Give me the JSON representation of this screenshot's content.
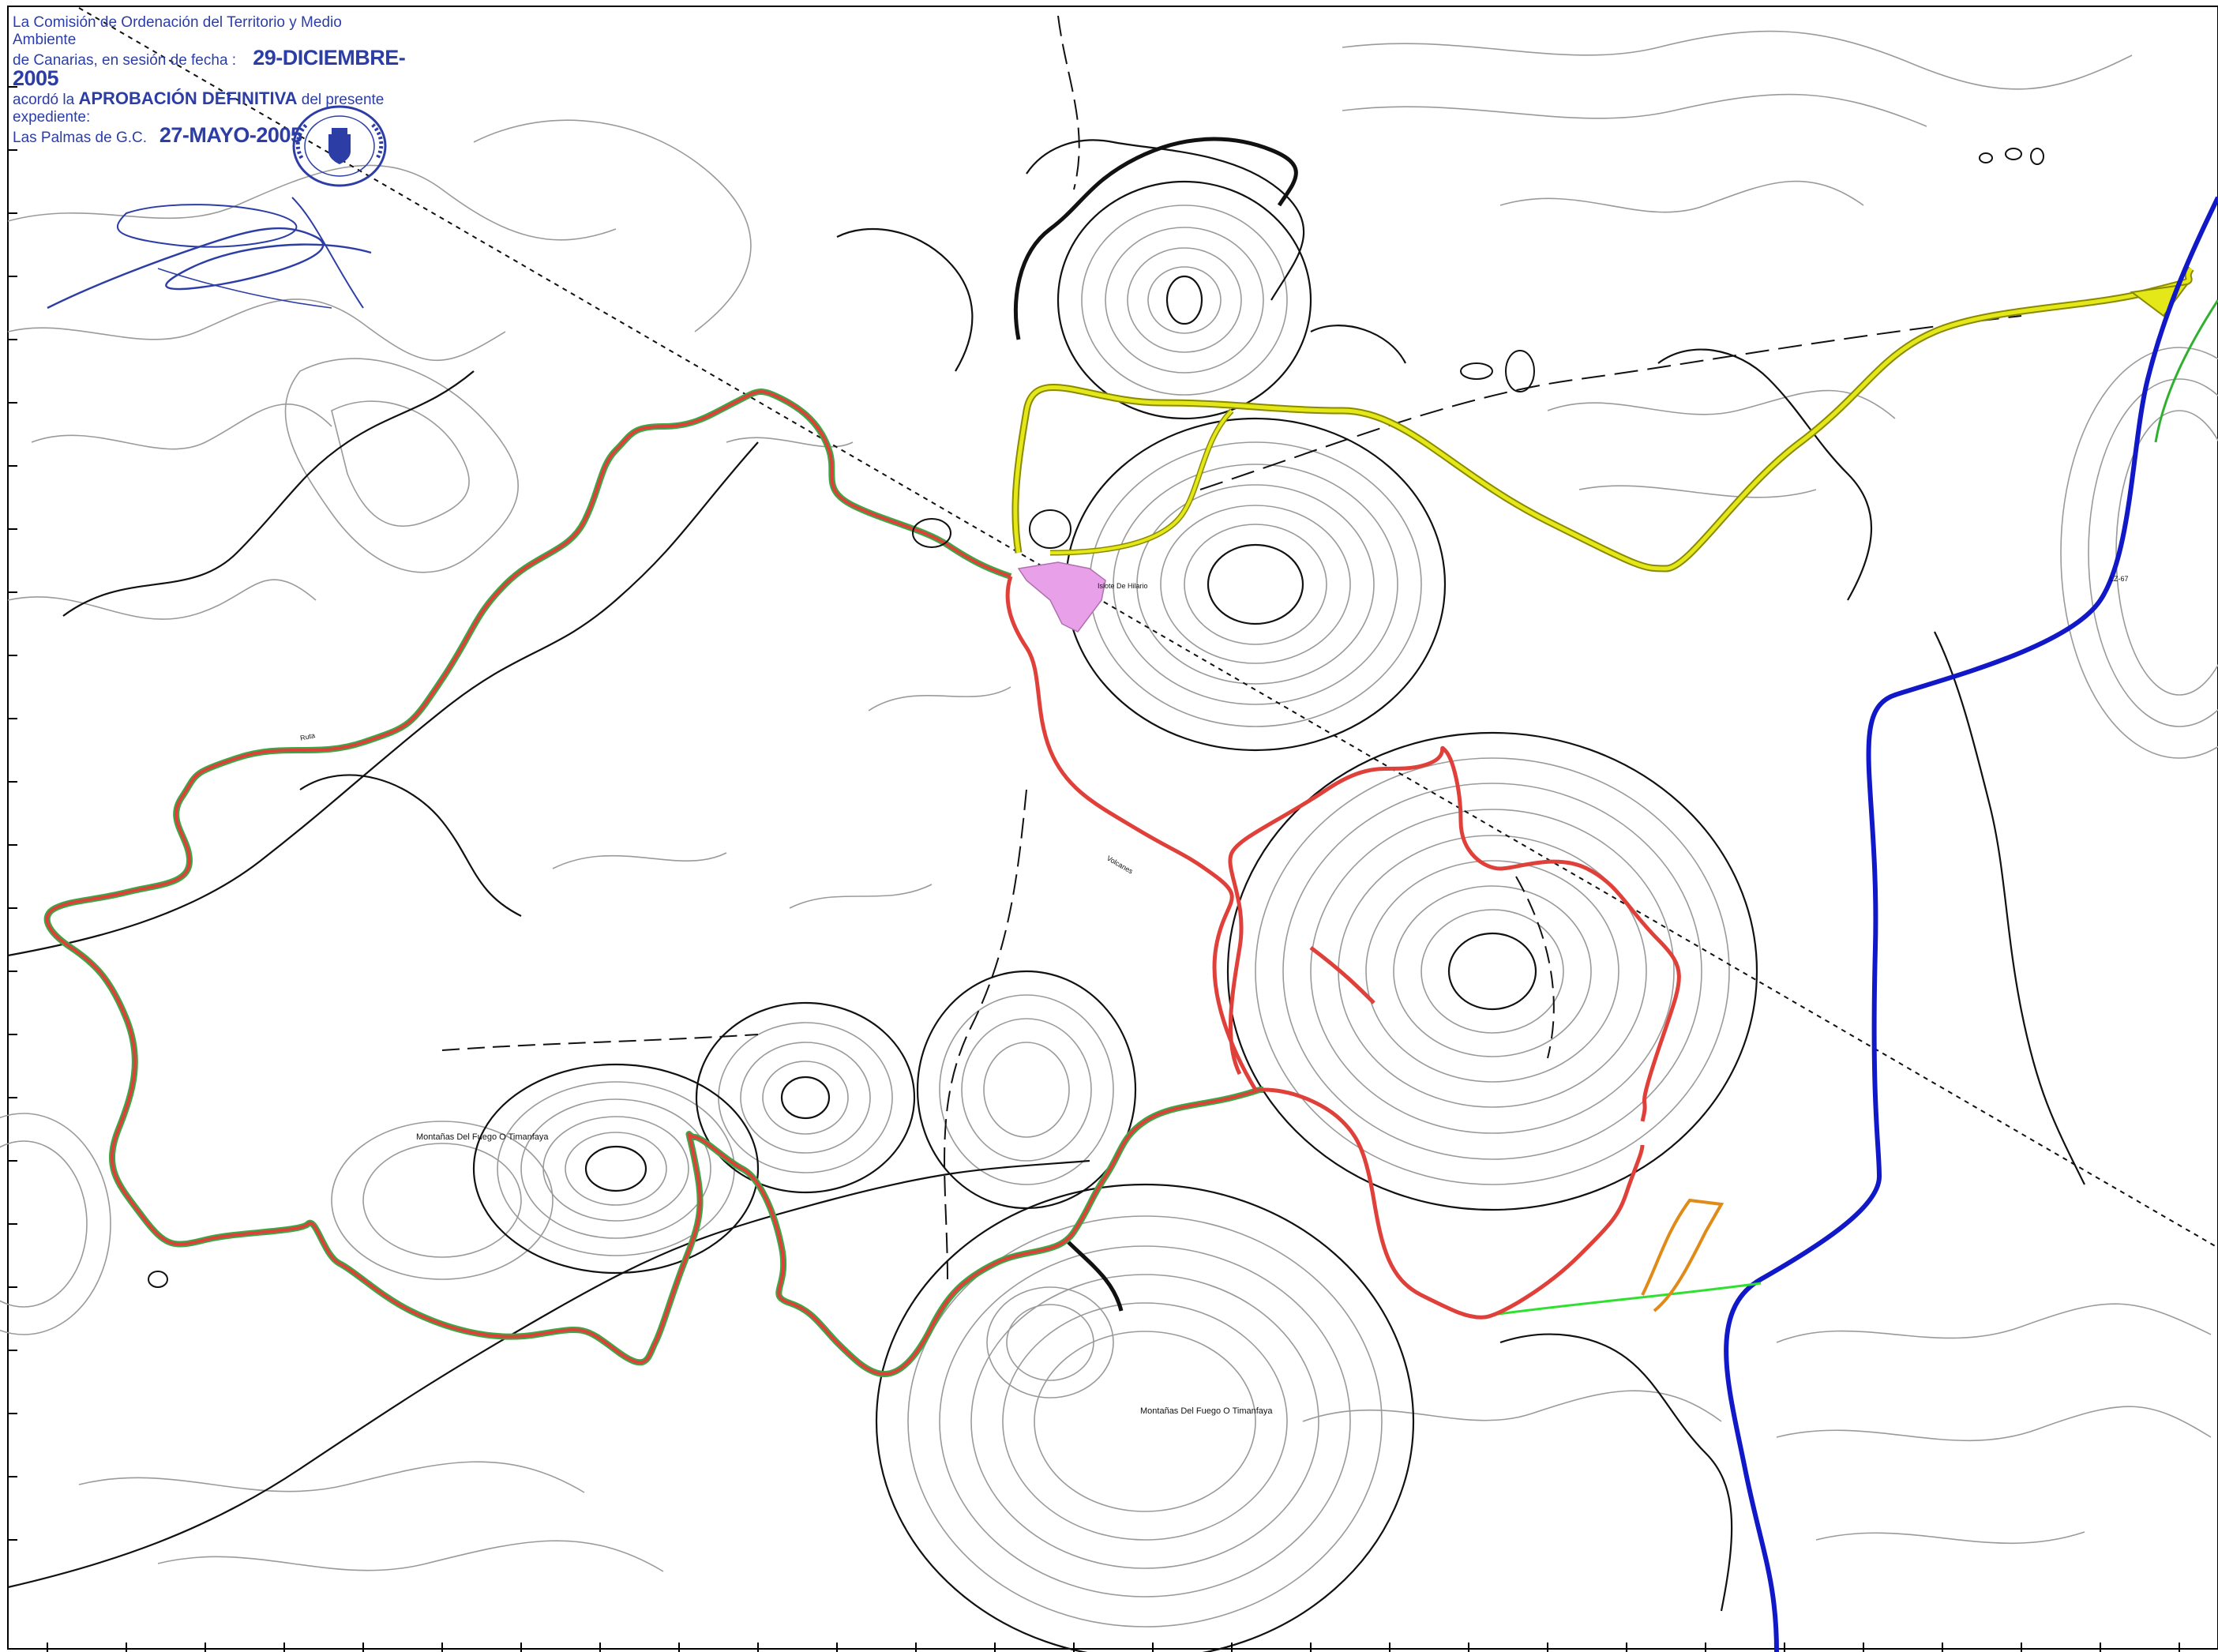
{
  "stamp": {
    "line1": "La Comisión de Ordenación del Territorio y Medio Ambiente",
    "line2_prefix": "de Canarias, en sesión de fecha :",
    "session_date": "29-DICIEMBRE-2005",
    "line3_prefix": "acordó la",
    "approval": "APROBACIÓN DEFINITIVA",
    "line3_suffix": "del presente",
    "line4": "expediente:",
    "place": "Las Palmas de G.C.",
    "doc_date": "27-MAYO-2005",
    "seal_text": "Consejería de Medio Ambiente y Ordenación Territorial · Gobierno de Canarias"
  },
  "labels": {
    "mountain_1": "Montañas Del Fuego O Timanfaya",
    "mountain_2": "Montañas Del Fuego O Timanfaya",
    "site": "Islote De Hilario",
    "trail_word": "Ruta",
    "trail_word_2": "Volcanes",
    "road_tag": "LZ-67"
  },
  "legend_colors": {
    "route_red": "#e0403a",
    "route_green": "#3aa845",
    "road_yellow": "#e4e818",
    "road_blue": "#1018c8",
    "orange_path": "#e08a18",
    "pink_area": "#e8a0e8",
    "bright_green": "#30e030",
    "contour_grey": "#9a9a9a",
    "contour_black": "#111111",
    "stamp_blue": "#2c3ea6"
  },
  "icons": [
    "official-seal-icon",
    "signature-icon"
  ]
}
